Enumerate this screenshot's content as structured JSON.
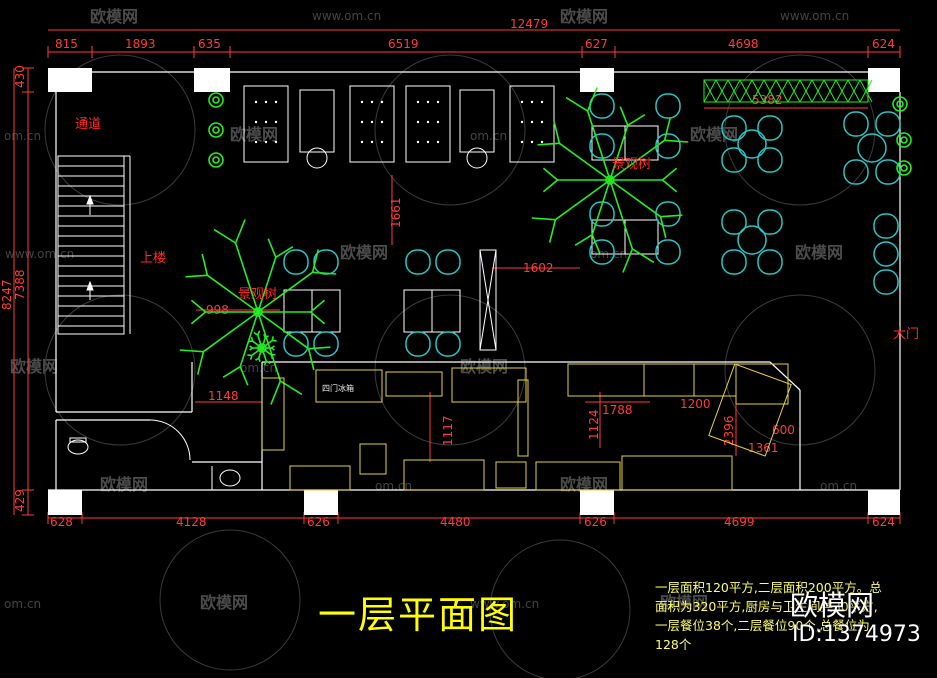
{
  "dimensions_top": [
    "815",
    "1893",
    "635",
    "6519",
    "627",
    "4698",
    "624"
  ],
  "dimension_total": "12479",
  "dimensions_bottom": [
    "628",
    "4128",
    "626",
    "4480",
    "626",
    "4699",
    "624"
  ],
  "dimensions_left": [
    "430",
    "7388",
    "429"
  ],
  "dimension_left_total": "8247",
  "dimensions_interior": [
    "5382",
    "1661",
    "1602",
    "998",
    "1148",
    "1117",
    "1124",
    "1788",
    "1200",
    "2396",
    "600",
    "1361"
  ],
  "labels": {
    "corridor": "通道",
    "upstairs": "上楼",
    "scenery_tree_1": "景观树",
    "scenery_tree_2": "景观树",
    "main_door": "大门",
    "fridge": "四门冰箱"
  },
  "title": "一层平面图",
  "note": "一层面积120平方,二层面积200平方。总面积为320平方,厨房与卫生间共30平方,一层餐位38个,二层餐位90个,总餐位为128个",
  "brand": "欧模网",
  "brand_id": "ID:1374973",
  "watermark_url": "www.om.cn",
  "watermark_logo": "欧模网",
  "watermark_url_short": "om.cn",
  "colors": {
    "background": "#000000",
    "wall": "#ffffff",
    "dimension": "#ff3b3b",
    "furniture": "#ffffff",
    "chair": "#27c6c6",
    "plant": "#22ee22",
    "kitchen": "#e6d23a",
    "title": "#ffff00",
    "note": "#ffff66"
  }
}
